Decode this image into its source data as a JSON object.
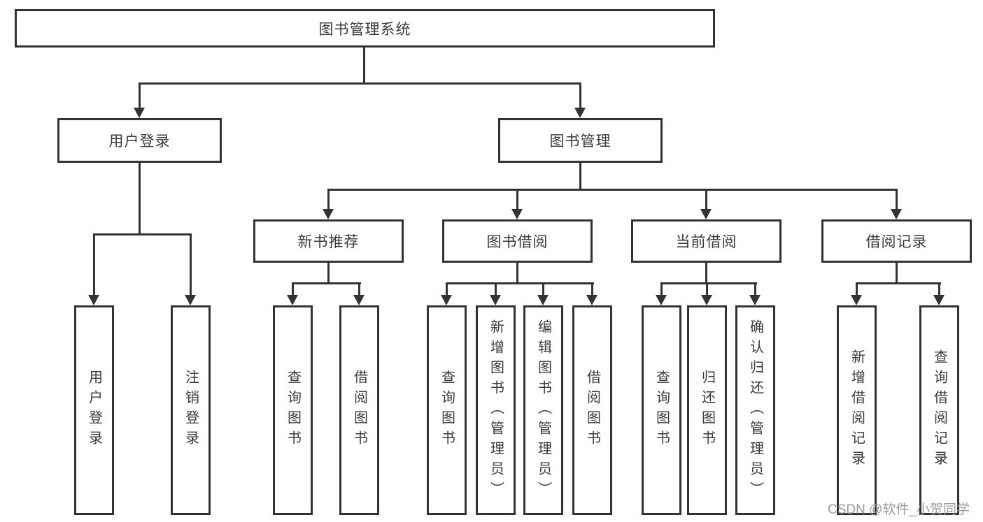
{
  "nodes": {
    "root": {
      "label": "图书管理系统"
    },
    "level2": [
      {
        "label": "用户登录"
      },
      {
        "label": "图书管理"
      }
    ],
    "level3": [
      {
        "label": "新书推荐"
      },
      {
        "label": "图书借阅"
      },
      {
        "label": "当前借阅"
      },
      {
        "label": "借阅记录"
      }
    ],
    "leaves": [
      {
        "label": "用户登录"
      },
      {
        "label": "注销登录"
      },
      {
        "label": "查询图书"
      },
      {
        "label": "借阅图书"
      },
      {
        "label": "查询图书"
      },
      {
        "label": "新增图书（管理员）"
      },
      {
        "label": "编辑图书（管理员）"
      },
      {
        "label": "借阅图书"
      },
      {
        "label": "查询图书"
      },
      {
        "label": "归还图书"
      },
      {
        "label": "确认归还（管理员）"
      },
      {
        "label": "新增借阅记录"
      },
      {
        "label": "查询借阅记录"
      }
    ]
  },
  "watermark": {
    "text": "CSDN @软件_小贺同学"
  },
  "colors": {
    "line": "#333333",
    "box_border": "#333333",
    "text": "#3a3a3a",
    "watermark": "#9b9b9b",
    "background": "#ffffff"
  }
}
